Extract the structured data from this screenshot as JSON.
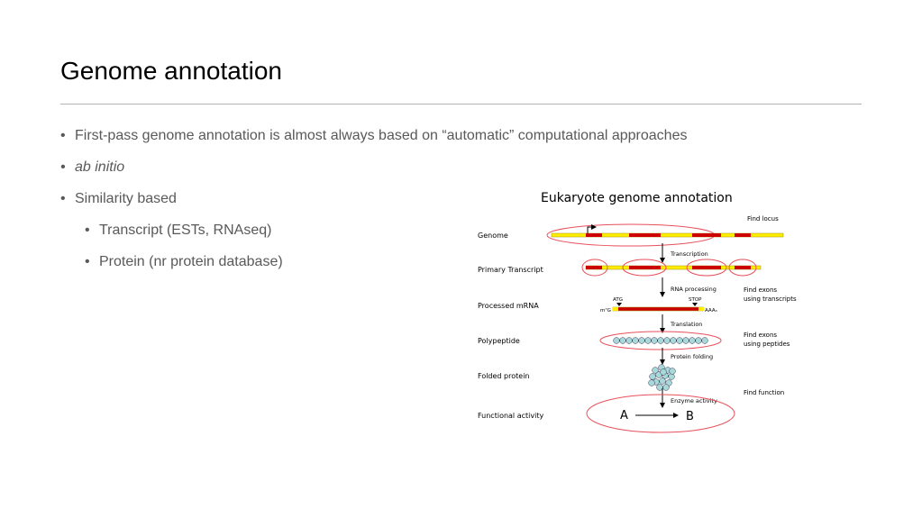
{
  "slide": {
    "title": "Genome annotation",
    "bullets": [
      {
        "text": "First-pass genome annotation is almost always based on “automatic” computational approaches",
        "level": 1,
        "italic": false
      },
      {
        "text": "ab initio",
        "level": 1,
        "italic": true
      },
      {
        "text": "Similarity based",
        "level": 1,
        "italic": false
      },
      {
        "text": "Transcript (ESTs, RNAseq)",
        "level": 2,
        "italic": false
      },
      {
        "text": "Protein (nr protein database)",
        "level": 2,
        "italic": false
      }
    ]
  },
  "figure": {
    "title": "Eukaryote genome annotation",
    "stages": [
      "Genome",
      "Primary Transcript",
      "Processed mRNA",
      "Polypeptide",
      "Folded protein",
      "Functional activity"
    ],
    "arrow_labels": [
      "Transcription",
      "RNA processing",
      "Translation",
      "Protein folding",
      "Enzyme activity"
    ],
    "annotations": {
      "find_locus": "Find locus",
      "find_exons_transcripts_1": "Find exons",
      "find_exons_transcripts_2": "using transcripts",
      "find_exons_peptides_1": "Find exons",
      "find_exons_peptides_2": "using peptides",
      "find_function": "Find function"
    },
    "mrna_labels": {
      "start": "ATG",
      "stop": "STOP",
      "cap": "m⁷G",
      "tail": "AAAₙ"
    },
    "reaction": {
      "substrate": "A",
      "product": "B"
    },
    "colors": {
      "exon": "#cc0000",
      "intron": "#ffee00",
      "circle": "#e8505b",
      "bead": "#a8d8d8"
    }
  }
}
